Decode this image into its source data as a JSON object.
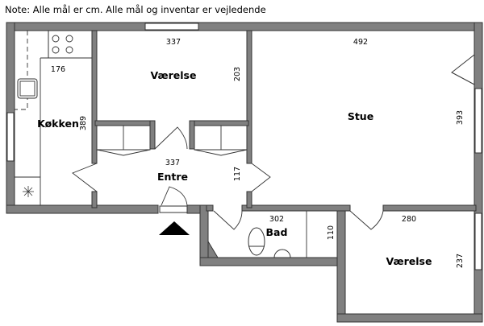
{
  "note": "Note: Alle mål er cm. Alle mål og inventar er vejledende",
  "rooms": {
    "kitchen": {
      "label": "Køkken",
      "width": "176",
      "length": "389"
    },
    "bedroom1": {
      "label": "Værelse",
      "width": "337",
      "length": "203"
    },
    "living": {
      "label": "Stue",
      "width": "492",
      "length": "393"
    },
    "entrance": {
      "label": "Entre",
      "width": "337",
      "length": "117"
    },
    "bathroom": {
      "label": "Bad",
      "width": "302",
      "length": "110"
    },
    "bedroom2": {
      "label": "Værelse",
      "width": "280",
      "length": "237"
    }
  },
  "colors": {
    "wall": "#808080",
    "outline": "#333333"
  }
}
